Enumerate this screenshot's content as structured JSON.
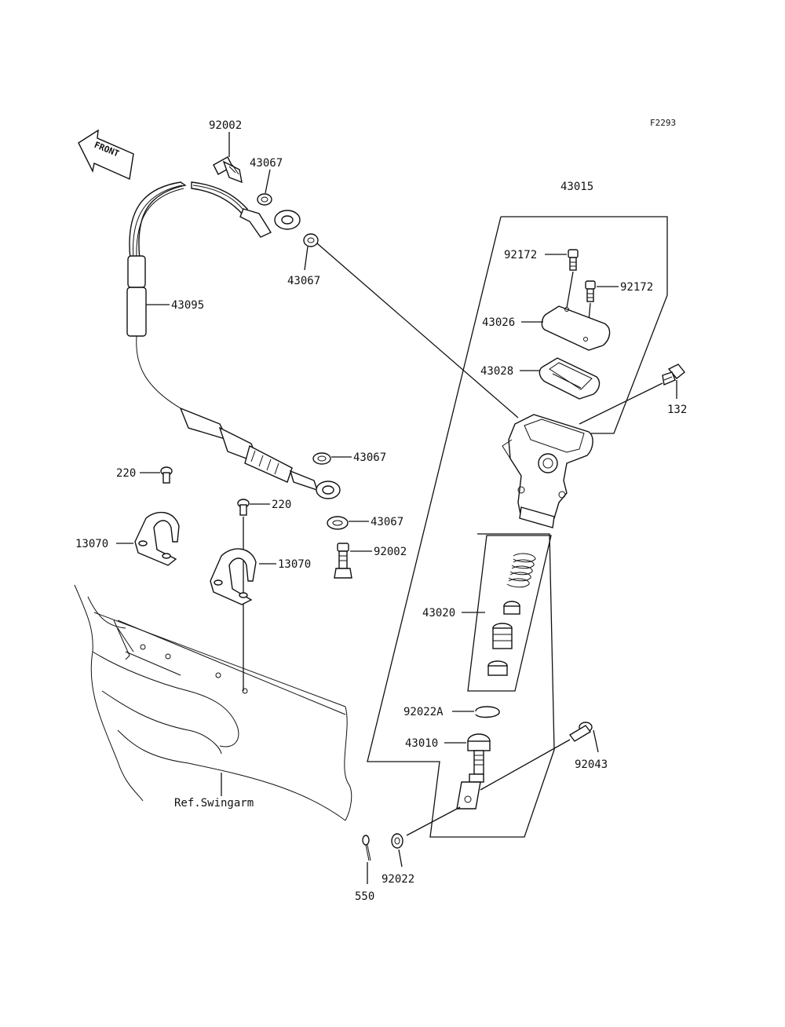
{
  "figure_code": "F2293",
  "front_label": "FRONT",
  "ref_label": "Ref.Swingarm",
  "parts": {
    "p43015": "43015",
    "p92002_top": "92002",
    "p43067_a": "43067",
    "p43067_b": "43067",
    "p43095": "43095",
    "p43067_c": "43067",
    "p43067_d": "43067",
    "p92002_mid": "92002",
    "p220_a": "220",
    "p220_b": "220",
    "p13070_a": "13070",
    "p13070_b": "13070",
    "p92172_a": "92172",
    "p92172_b": "92172",
    "p43026": "43026",
    "p43028": "43028",
    "p132": "132",
    "p43020": "43020",
    "p92022A": "92022A",
    "p43010": "43010",
    "p92043": "92043",
    "p92022": "92022",
    "p550": "550"
  }
}
